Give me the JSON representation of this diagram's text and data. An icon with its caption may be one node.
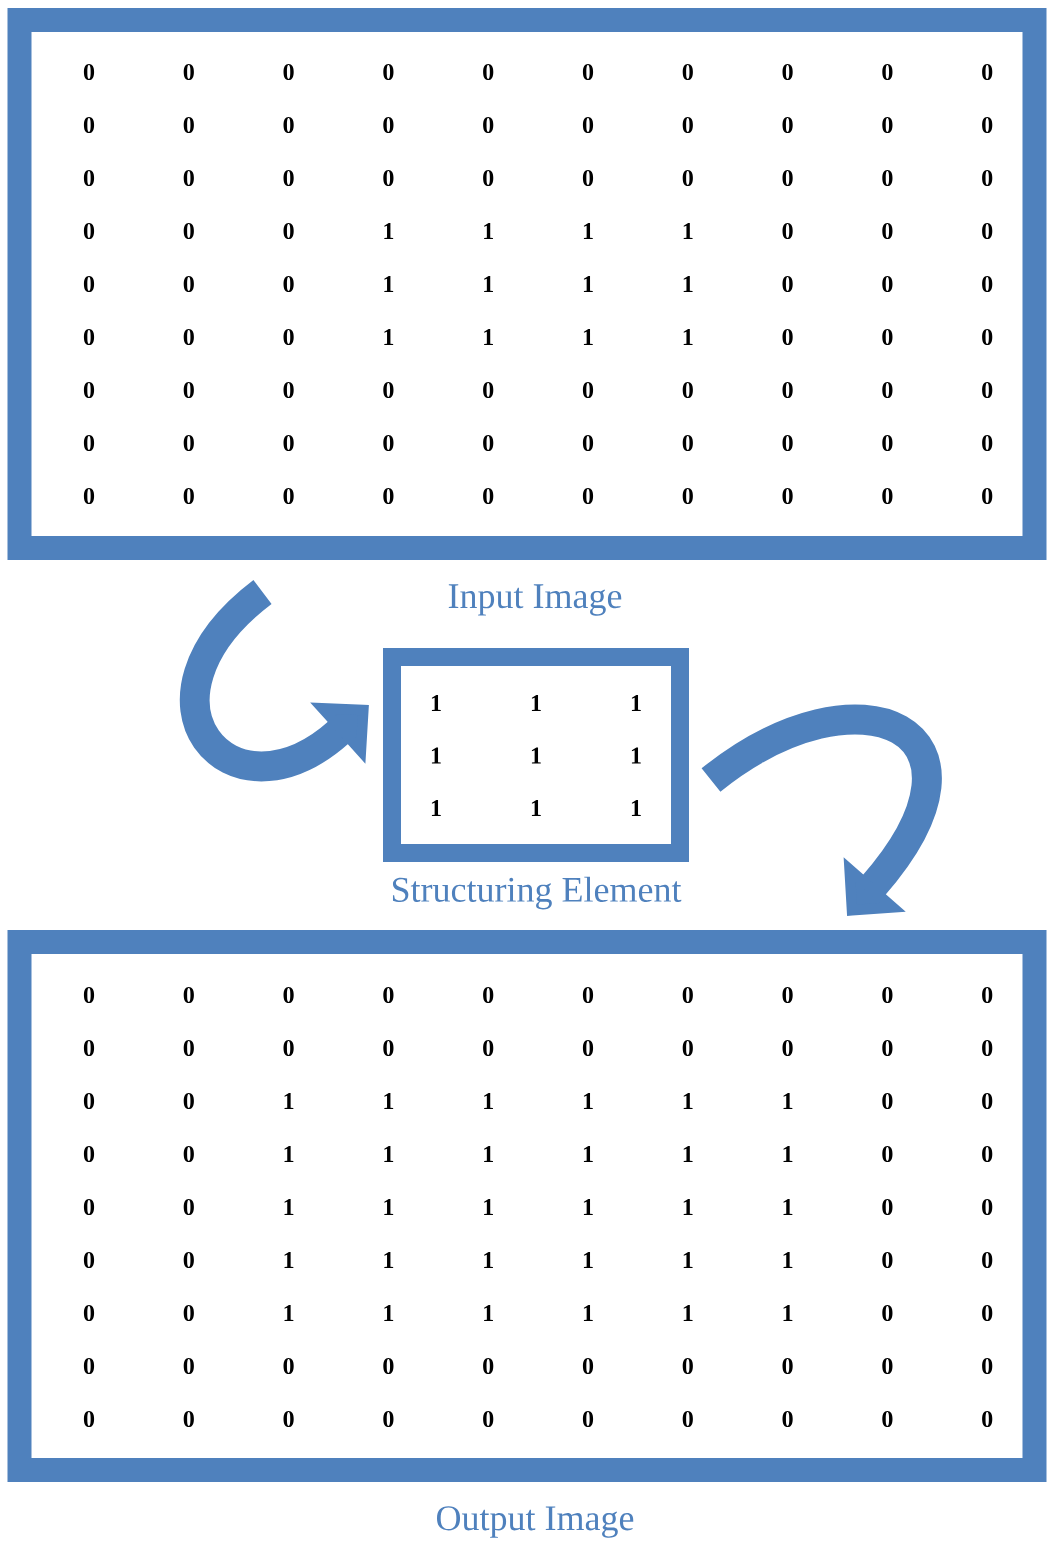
{
  "diagram": {
    "nodes": [
      {
        "text": [
          "Input Image"
        ]
      },
      {
        "text": [
          "Structuring Element"
        ]
      },
      {
        "text": [
          "Output Image"
        ]
      }
    ],
    "edges": [
      {
        "from": 0,
        "to": 1,
        "arrow": "to"
      },
      {
        "from": 1,
        "to": 2,
        "arrow": "to"
      }
    ],
    "labels": [
      "0",
      "0",
      "0",
      "0",
      "0",
      "0",
      "0",
      "0",
      "0",
      "0",
      "0",
      "0",
      "0",
      "0",
      "0",
      "0",
      "0",
      "0",
      "0",
      "0",
      "0",
      "0",
      "0",
      "0",
      "0",
      "0",
      "0",
      "0",
      "0",
      "0",
      "0",
      "0",
      "0",
      "1",
      "1",
      "1",
      "1",
      "0",
      "0",
      "0",
      "0",
      "0",
      "0",
      "1",
      "1",
      "1",
      "1",
      "0",
      "0",
      "0",
      "0",
      "0",
      "0",
      "1",
      "1",
      "1",
      "1",
      "0",
      "0",
      "0",
      "0",
      "0",
      "0",
      "0",
      "0",
      "0",
      "0",
      "0",
      "0",
      "0",
      "0",
      "0",
      "0",
      "0",
      "0",
      "0",
      "0",
      "0",
      "0",
      "0",
      "0",
      "0",
      "0",
      "0",
      "0",
      "0",
      "0",
      "0",
      "0",
      "0",
      "1",
      "1",
      "1",
      "1",
      "1",
      "1",
      "1",
      "1",
      "1",
      "0",
      "0",
      "0",
      "0",
      "0",
      "0",
      "0",
      "0",
      "0",
      "0",
      "0",
      "0",
      "0",
      "0",
      "0",
      "0",
      "0",
      "0",
      "0",
      "0",
      "0",
      "0",
      "1",
      "1",
      "1",
      "1",
      "1",
      "1",
      "0",
      "0",
      "0",
      "0",
      "1",
      "1",
      "1",
      "1",
      "1",
      "1",
      "0",
      "0",
      "0",
      "0",
      "1",
      "1",
      "1",
      "1",
      "1",
      "1",
      "0",
      "0",
      "0",
      "0",
      "1",
      "1",
      "1",
      "1",
      "1",
      "1",
      "0",
      "0",
      "0",
      "0",
      "1",
      "1",
      "1",
      "1",
      "1",
      "1",
      "0",
      "0",
      "0",
      "0",
      "0",
      "0",
      "0",
      "0",
      "0",
      "0",
      "0",
      "0",
      "0",
      "0",
      "0",
      "0",
      "0",
      "0",
      "0",
      "0",
      "0",
      "0"
    ]
  }
}
